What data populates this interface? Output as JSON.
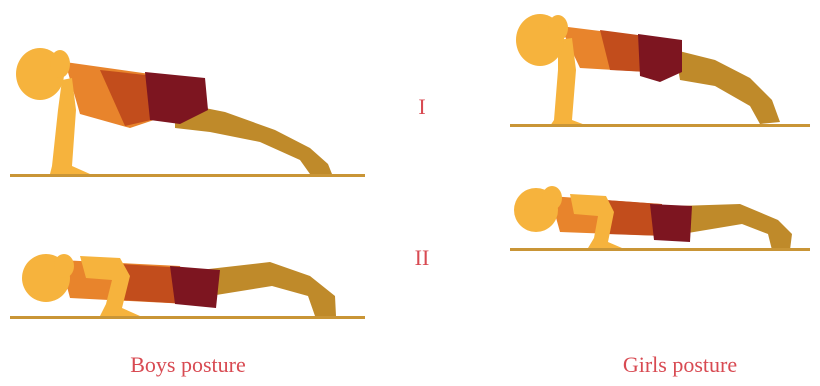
{
  "stage_labels": {
    "first": "I",
    "second": "II"
  },
  "captions": {
    "boys": "Boys posture",
    "girls": "Girls posture"
  },
  "colors": {
    "skin": "#f6b33d",
    "shirt_light": "#e8842c",
    "shirt_dark": "#c24d1c",
    "shorts": "#7d1520",
    "legs": "#bf8a2a",
    "floor": "#c99536",
    "label_text": "#d84a52"
  }
}
